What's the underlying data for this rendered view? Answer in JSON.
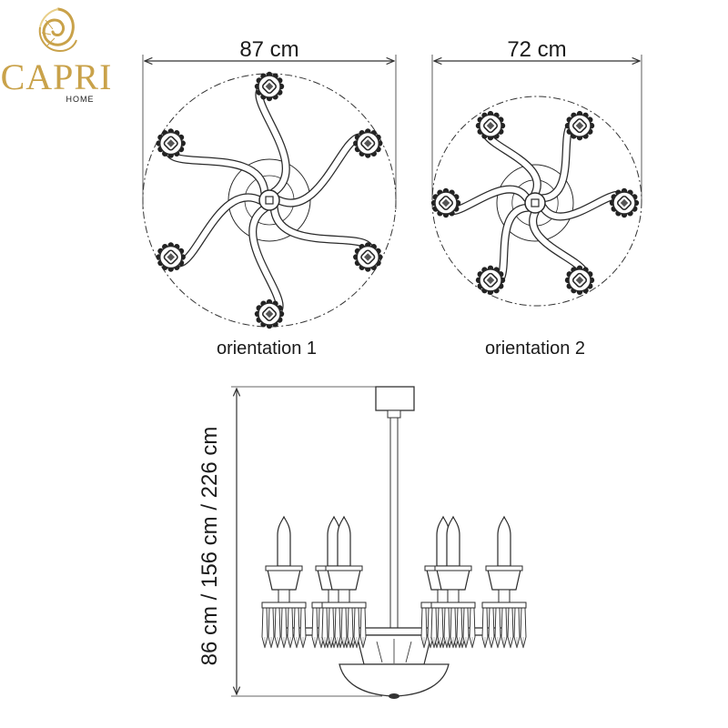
{
  "brand": {
    "name": "CAPRI",
    "sub": "HOME",
    "gold": "#c9a24a",
    "gold_light": "#e8cf8a",
    "icon": "nautilus-shell-icon"
  },
  "views": {
    "orientation_1": {
      "label": "orientation 1",
      "width": "87 cm",
      "arms": 6
    },
    "orientation_2": {
      "label": "orientation 2",
      "width": "72 cm",
      "arms": 6
    },
    "elevation": {
      "height_label": "86 cm / 156 cm / 226 cm",
      "candles": 6
    }
  },
  "colors": {
    "line": "#2a2a2a",
    "shade": "#bdbdbd"
  }
}
